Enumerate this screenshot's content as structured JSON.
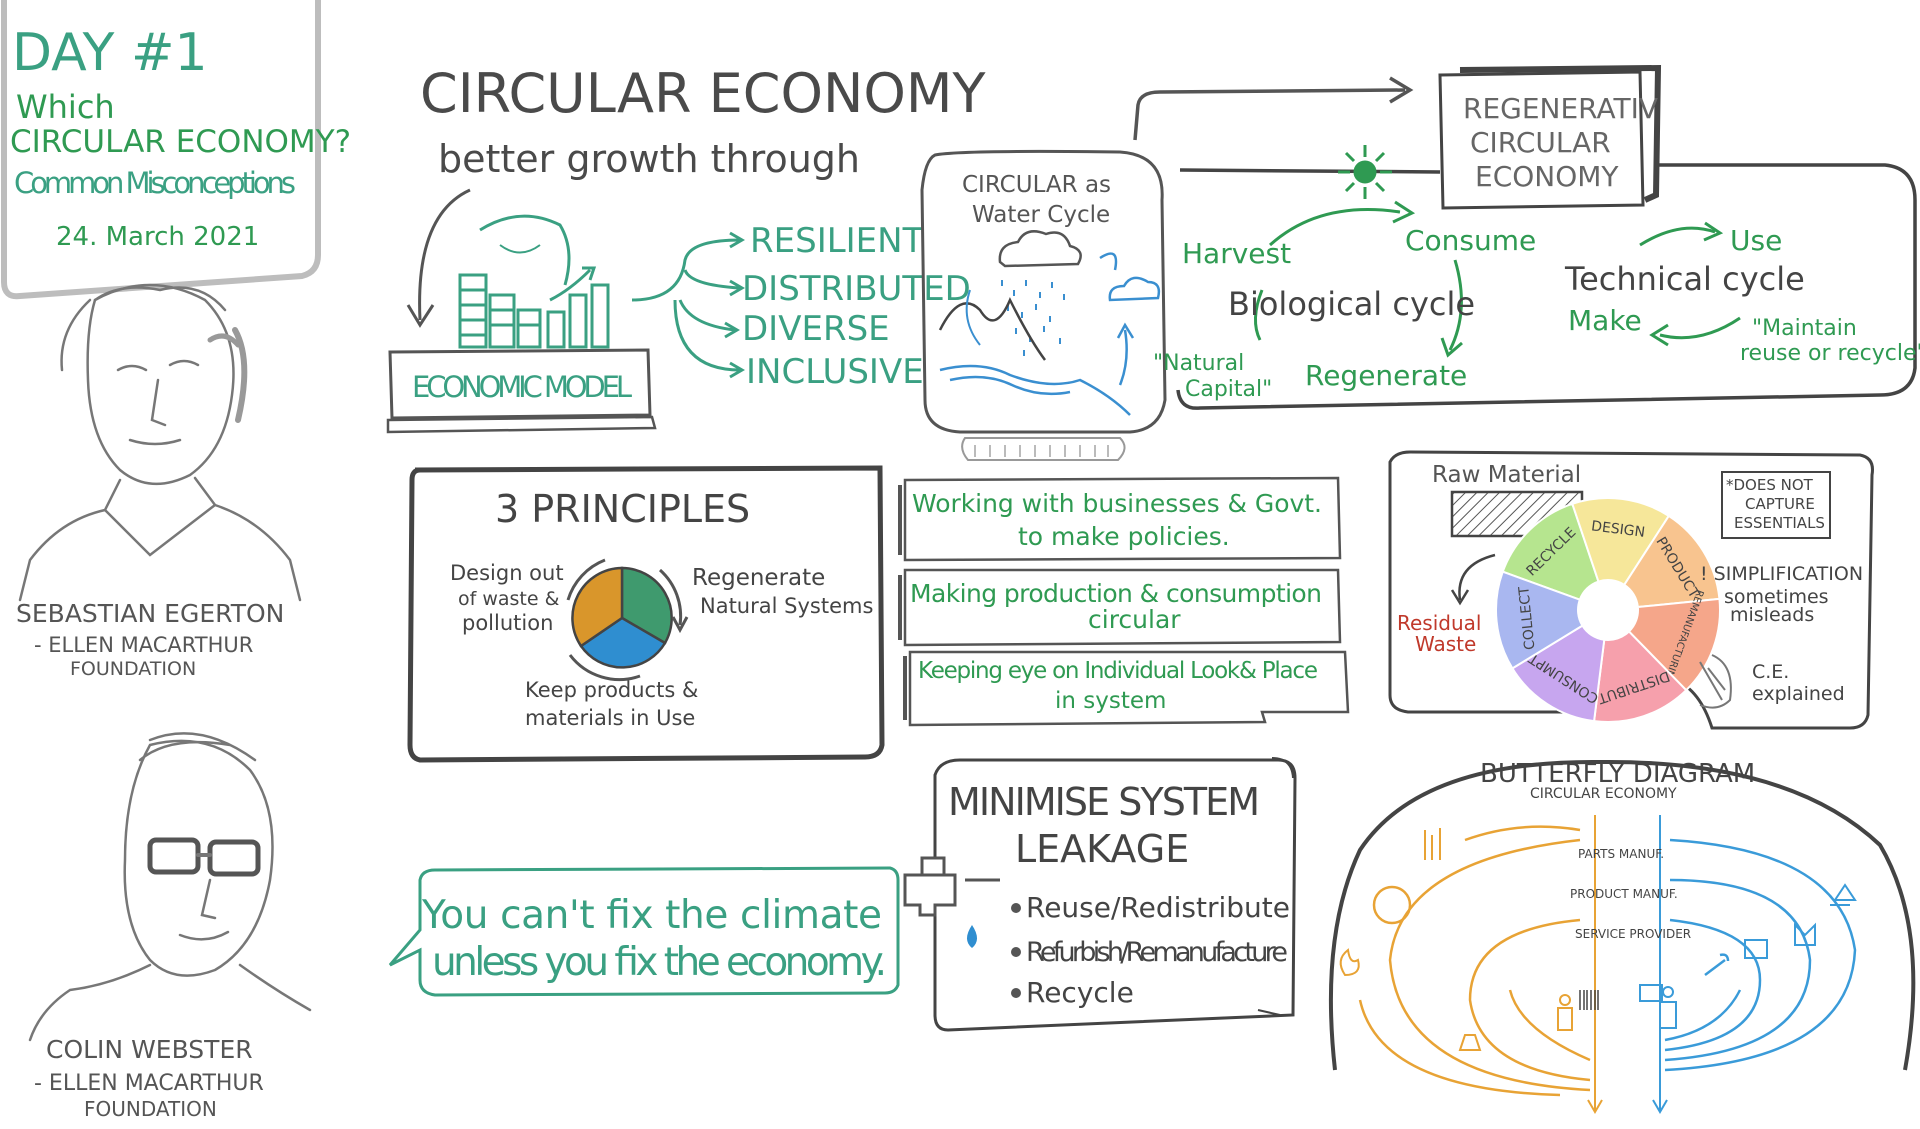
{
  "header": {
    "day": "DAY #1",
    "question_line1": "Which",
    "question_line2": "CIRCULAR ECONOMY?",
    "subtitle": "Common Misconceptions",
    "date": "24. March 2021"
  },
  "speakers": [
    {
      "name": "SEBASTIAN EGERTON",
      "org_line1": "- ELLEN MACARTHUR",
      "org_line2": "FOUNDATION"
    },
    {
      "name": "COLIN WEBSTER",
      "org_line1": "- ELLEN MACARTHUR",
      "org_line2": "FOUNDATION"
    }
  ],
  "main": {
    "title": "CIRCULAR ECONOMY",
    "subtitle": "better growth through",
    "model_label": "ECONOMIC MODEL",
    "qualities": [
      "RESILIENT",
      "DISTRIBUTED",
      "DIVERSE",
      "INCLUSIVE"
    ]
  },
  "water_cycle": {
    "line1": "CIRCULAR as",
    "line2": "Water Cycle"
  },
  "regenerative": {
    "line1": "REGENERATIV",
    "line2": "CIRCULAR",
    "line3": "ECONOMY"
  },
  "bio_cycle": {
    "harvest": "Harvest",
    "consume": "Consume",
    "title": "Biological cycle",
    "natural_capital_1": "\"Natural",
    "natural_capital_2": "Capital\"",
    "regenerate": "Regenerate"
  },
  "tech_cycle": {
    "title": "Technical cycle",
    "use": "Use",
    "make": "Make",
    "maintain_1": "\"Maintain",
    "maintain_2": "reuse or recycle\""
  },
  "principles": {
    "title": "3 PRINCIPLES",
    "p1_1": "Design out",
    "p1_2": "of waste &",
    "p1_3": "pollution",
    "p2_1": "Regenerate",
    "p2_2": "Natural Systems",
    "p3_1": "Keep products &",
    "p3_2": "materials in Use",
    "colors": {
      "orange": "#d9962b",
      "green": "#3f9a6e",
      "blue": "#2f8ed0"
    }
  },
  "actions": [
    {
      "line1": "Working with businesses & Govt.",
      "line2": "to make policies."
    },
    {
      "line1": "Making production & consumption",
      "line2": "circular"
    },
    {
      "line1": "Keeping eye on Individual Look& Place",
      "line2": "in system"
    }
  ],
  "wheel": {
    "raw_material": "Raw Material",
    "segments": [
      "RECYCLE",
      "DESIGN",
      "PRODUCT",
      "REMANUFACTURING",
      "DISTRIBUT",
      "CONSUMPT",
      "COLLECT"
    ],
    "segment_colors": [
      "#b6e58f",
      "#f6e79a",
      "#f8c48f",
      "#f5a68a",
      "#f6a0ac",
      "#c7a6ef",
      "#a9b7f0"
    ],
    "residual_1": "Residual",
    "residual_2": "Waste",
    "note_1": "*DOES NOT",
    "note_2": "CAPTURE",
    "note_3": "ESSENTIALS",
    "simplification": "! SIMPLIFICATION",
    "sometimes_1": "sometimes",
    "sometimes_2": "misleads",
    "explained_1": "C.E.",
    "explained_2": "explained"
  },
  "quote": {
    "line1": "You can't fix the climate",
    "line2": "unless you fix the economy."
  },
  "leakage": {
    "title_1": "MINIMISE SYSTEM",
    "title_2": "LEAKAGE",
    "items": [
      "Reuse/Redistribute",
      "Refurbish/Remanufacture",
      "Recycle"
    ]
  },
  "butterfly": {
    "title": "BUTTERFLY DIAGRAM",
    "subtitle": "CIRCULAR ECONOMY",
    "stages": [
      "PARTS MANUF.",
      "PRODUCT MANUF.",
      "SERVICE PROVIDER"
    ],
    "colors": {
      "biological": "#e8a335",
      "technical": "#3a9bd9"
    }
  }
}
